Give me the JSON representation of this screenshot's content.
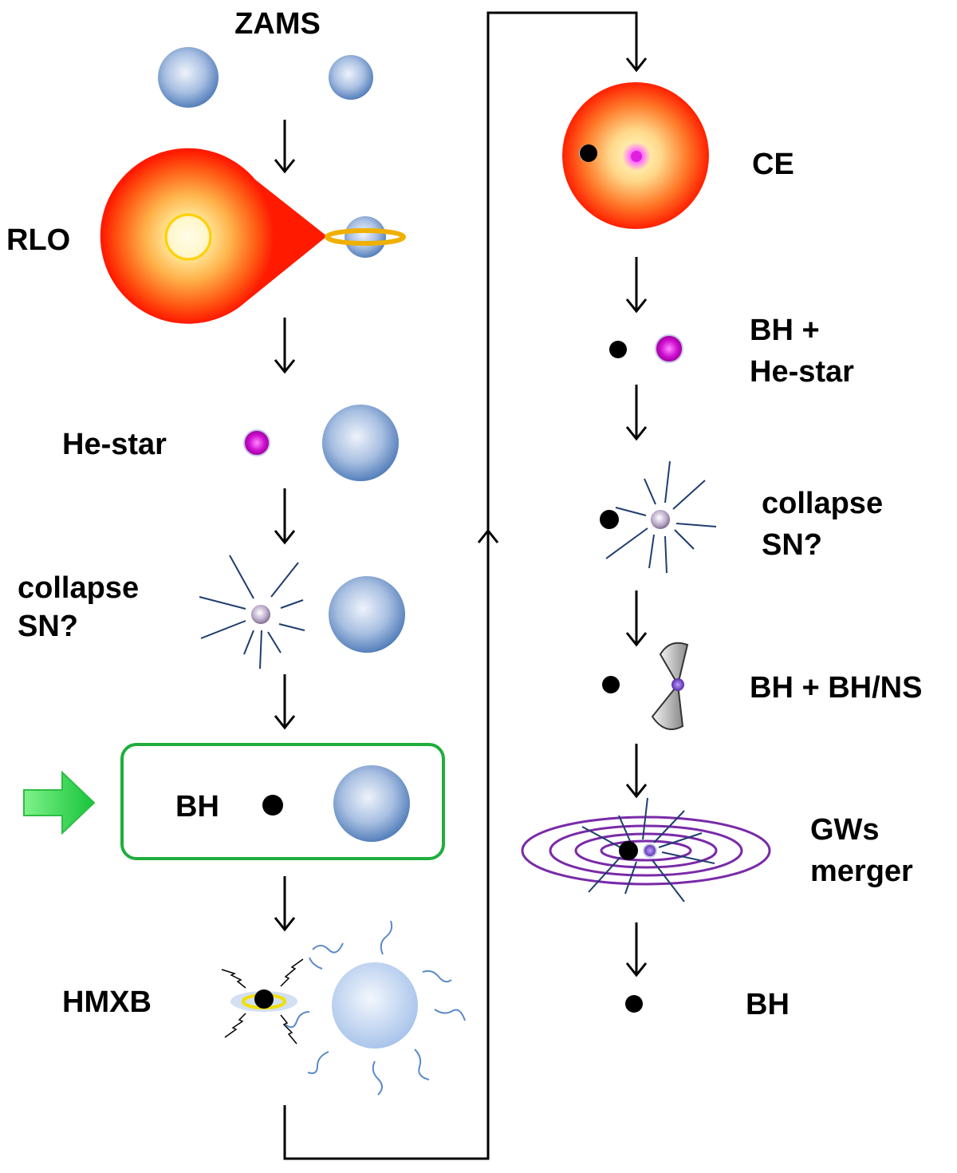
{
  "left_column": {
    "zams_label": "ZAMS",
    "rlo_label": "RLO",
    "he_star_label": "He-star",
    "collapse_label_line1": "collapse",
    "collapse_label_line2": "SN?",
    "bh_label": "BH",
    "hmxb_label": "HMXB"
  },
  "right_column": {
    "ce_label": "CE",
    "bh_he_star_line1": "BH +",
    "bh_he_star_line2": "He-star",
    "collapse_label_line1": "collapse",
    "collapse_label_line2": "SN?",
    "bh_bh_ns_label": "BH + BH/NS",
    "gws_line1": "GWs",
    "gws_line2": "merger",
    "final_bh_label": "BH"
  },
  "colors": {
    "blue_star": "#7fa3d1",
    "red_giant": "#ff1a00",
    "he_star": "#c000c0",
    "highlight_box": "#1fae3c",
    "green_arrow": "#2ed94a",
    "gw_rings": "#7a2aa8",
    "rays": "#1f3d6e"
  },
  "icons": [
    "arrow-down-icon",
    "green-pointer-arrow-icon",
    "supernova-burst-icon",
    "black-hole-icon",
    "gravitational-wave-rings-icon",
    "jet-cone-icon",
    "x-ray-zigzag-icon"
  ]
}
